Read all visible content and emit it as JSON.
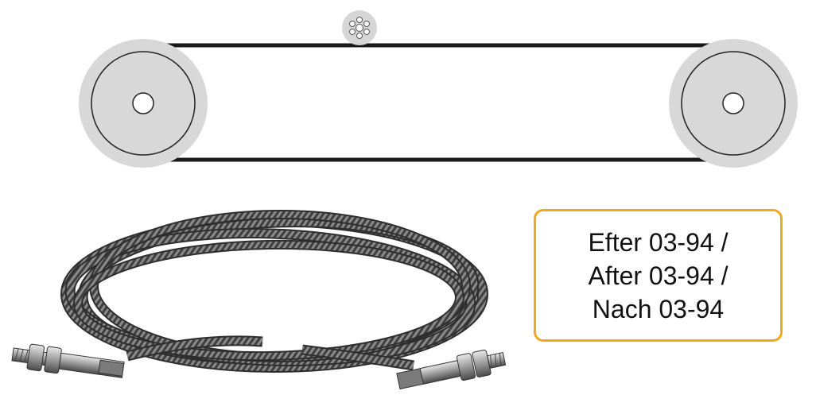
{
  "info_box": {
    "lines": [
      "Efter 03-94 /",
      "After 03-94 /",
      "Nach 03-94"
    ],
    "border_color": "#f0a81e"
  },
  "colors": {
    "pulley_fill": "#d8d8d8",
    "belt": "#1a1a1a",
    "cable": "#6e6e6e"
  },
  "icons": {
    "pulley": "pulley-wheel-icon",
    "cable_cross_section": "cable-cross-section-icon",
    "cable_coil": "cable-coil-icon",
    "threaded_end": "threaded-end-fitting-icon"
  }
}
